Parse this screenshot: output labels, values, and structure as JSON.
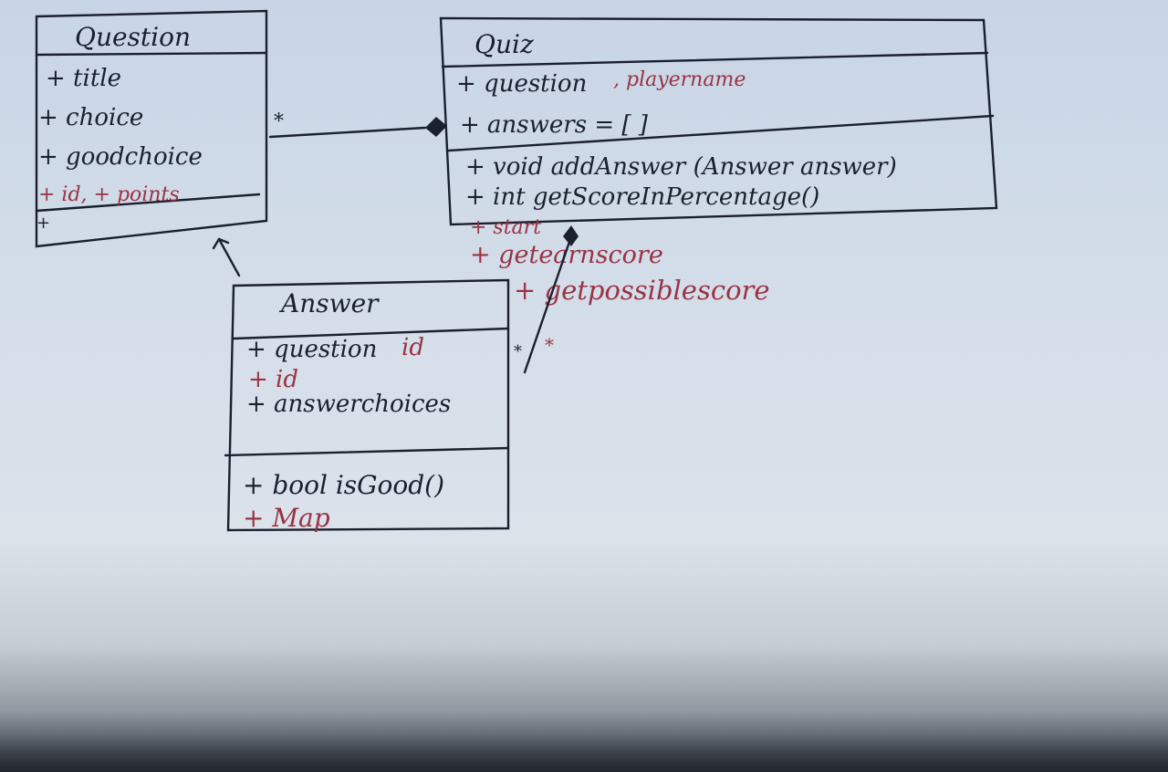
{
  "question": {
    "name": "Question",
    "attributes": [
      "+ title",
      "+ choice",
      "+ goodchoice"
    ],
    "added_attributes": "+ id, + points",
    "methods_marker": "+"
  },
  "quiz": {
    "name": "Quiz",
    "attribute_question": "+ question",
    "attribute_added": ", playername",
    "attribute_answers": "+ answers = [ ]",
    "methods": [
      "+ void addAnswer (Answer answer)",
      "+ int getScoreInPercentage()"
    ],
    "added_methods": [
      "+ start",
      "+ getearnscore",
      "+ getpossiblescore"
    ]
  },
  "answer": {
    "name": "Answer",
    "attributes": [
      "+ question",
      "+ id",
      "+ answerchoices"
    ],
    "added_attribute_suffix": "id",
    "methods": [
      "+ bool isGood()"
    ],
    "added_methods": [
      "+ Map"
    ]
  },
  "associations": {
    "question_quiz_multiplicity": "*",
    "quiz_answer_multiplicity": "*",
    "quiz_answer_note": "*"
  },
  "colors": {
    "ink": "#1b1f2e",
    "red_ink": "#9a3344",
    "paper": "#d3dde9"
  }
}
